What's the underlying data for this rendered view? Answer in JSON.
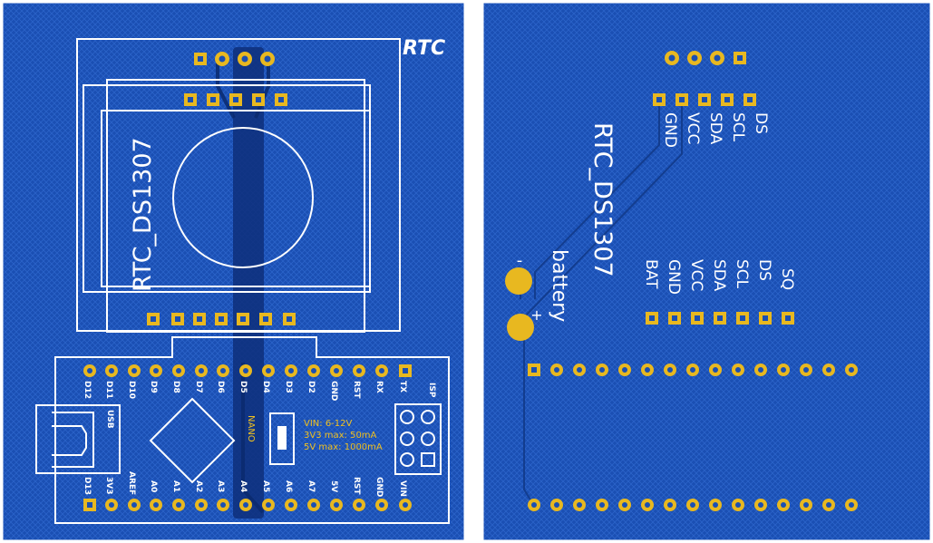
{
  "colors": {
    "board": "#1a4fb3",
    "pad": "#e8b820",
    "silk": "#ffffff",
    "trace": "#0a2a6e",
    "yellow_text": "#f0c020"
  },
  "front": {
    "logo": "RTC",
    "module_label": "RTC_DS1307",
    "nano_label": "NANO",
    "usb_label": "USB",
    "isp_label": "ISP",
    "specs": [
      "VIN: 6-12V",
      "3V3 max: 50mA",
      "5V max: 1000mA"
    ],
    "top_pins": [
      "D12",
      "D11",
      "D10",
      "D9",
      "D8",
      "D7",
      "D6",
      "D5",
      "D4",
      "D3",
      "D2",
      "GND",
      "RST",
      "RX",
      "TX"
    ],
    "bottom_pins": [
      "D13",
      "3V3",
      "AREF",
      "A0",
      "A1",
      "A2",
      "A3",
      "A4",
      "A5",
      "A6",
      "A7",
      "5V",
      "RST",
      "GND",
      "VIN"
    ]
  },
  "back": {
    "module_label": "RTC_DS1307",
    "battery_label": "battery",
    "minus": "-",
    "plus": "+",
    "top_header": [
      "GND",
      "VCC",
      "SDA",
      "SCL",
      "DS"
    ],
    "mid_header": [
      "BAT",
      "GND",
      "VCC",
      "SDA",
      "SCL",
      "DS",
      "SQ"
    ]
  }
}
